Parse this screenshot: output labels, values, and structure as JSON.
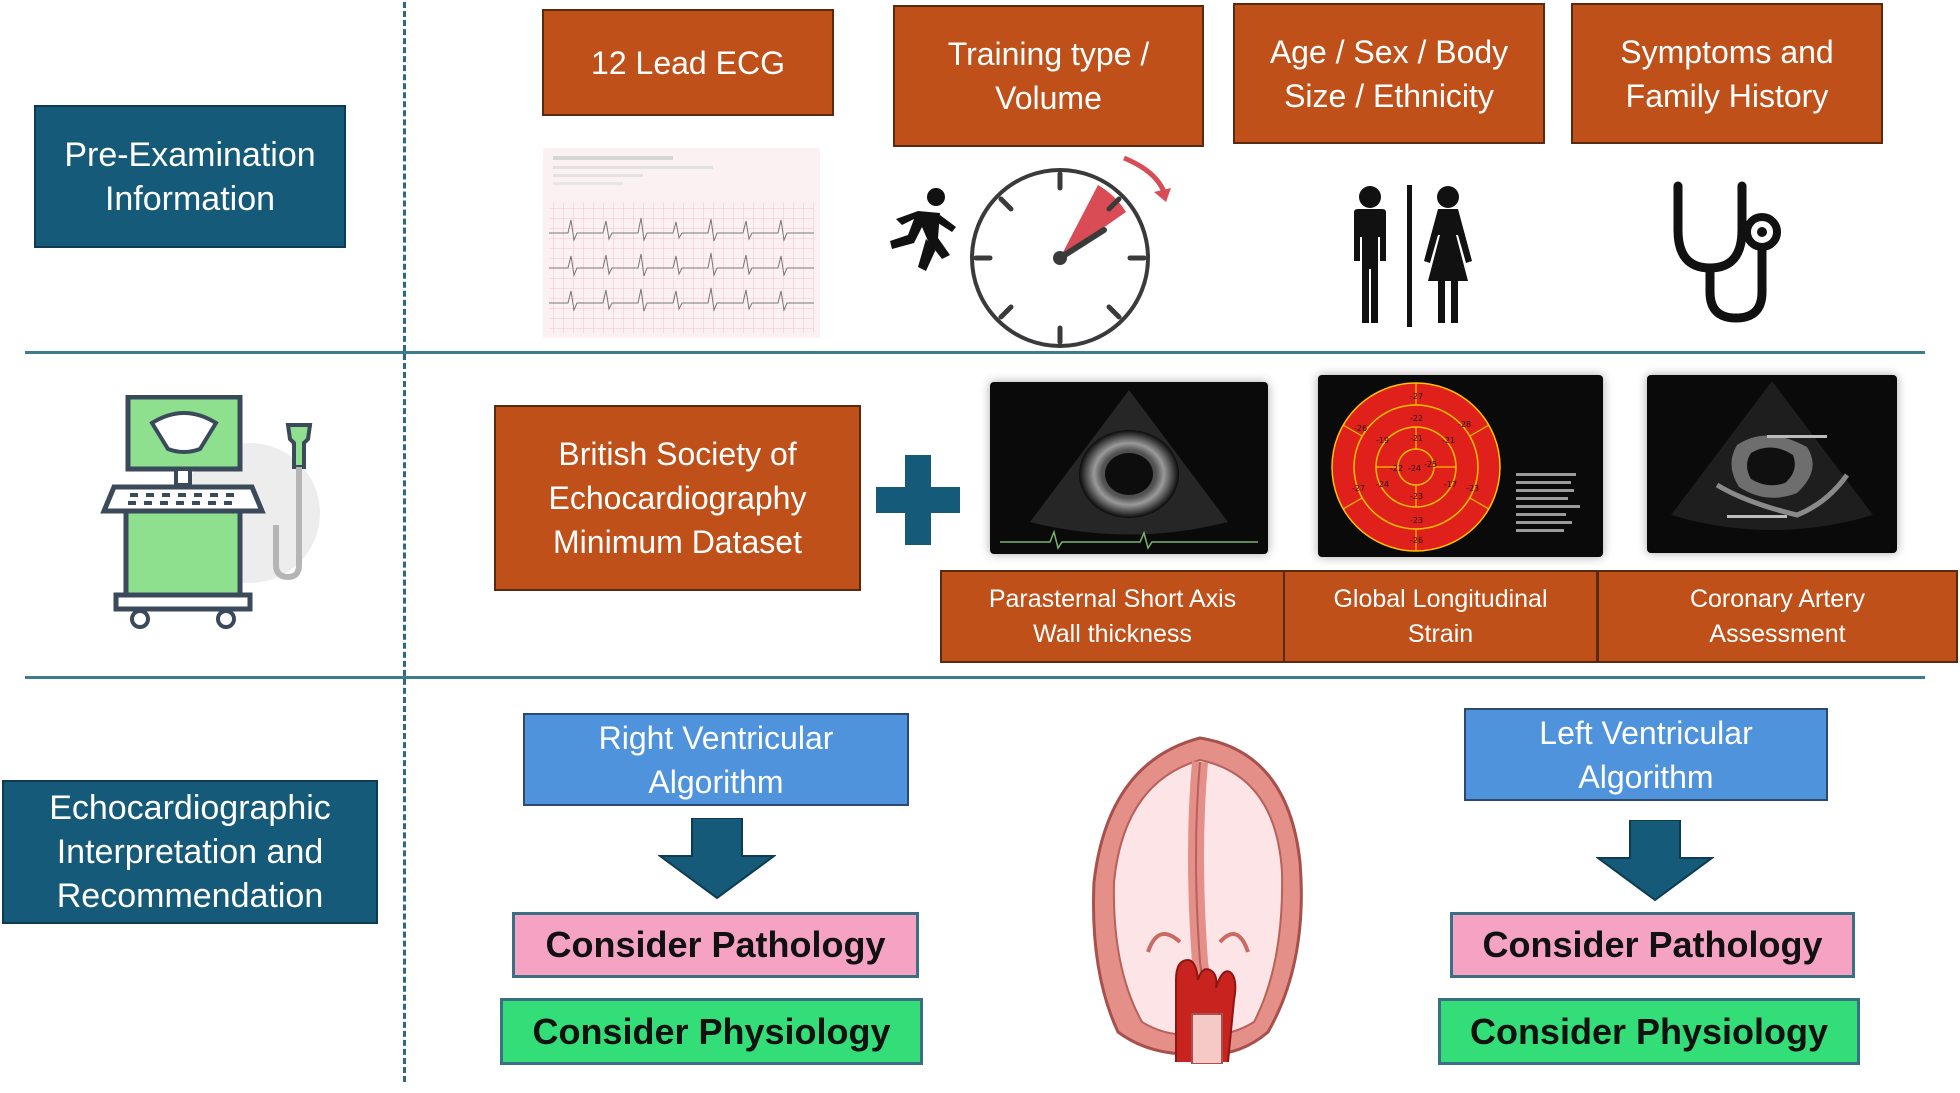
{
  "sections": {
    "pre_exam": "Pre-Examination\nInformation",
    "interpretation": "Echocardiographic\nInterpretation and\nRecommendation"
  },
  "pre_exam_boxes": {
    "ecg": "12 Lead ECG",
    "training": "Training type /\nVolume",
    "demographics": "Age / Sex / Body\nSize / Ethnicity",
    "symptoms": "Symptoms and\nFamily History"
  },
  "dataset": {
    "bse": "British Society of\nEchocardiography\nMinimum Dataset",
    "psax": "Parasternal Short Axis\nWall thickness",
    "gls": "Global Longitudinal\nStrain",
    "coronary": "Coronary Artery\nAssessment",
    "bullseye_values": [
      "-27",
      "-28",
      "-23",
      "-26",
      "-27",
      "-26",
      "-22",
      "-21",
      "-17",
      "-23",
      "-24",
      "-19",
      "-21",
      "-25",
      "-23",
      "-22",
      "-24"
    ]
  },
  "algorithms": {
    "rv": "Right Ventricular\nAlgorithm",
    "lv": "Left Ventricular\nAlgorithm",
    "pathology": "Consider Pathology",
    "physiology": "Consider Physiology"
  },
  "colors": {
    "teal": "#155a78",
    "orange": "#c0501a",
    "blue": "#4f93dc",
    "pink": "#f6a3c3",
    "green": "#33dd77",
    "arrow": "#155a78"
  }
}
